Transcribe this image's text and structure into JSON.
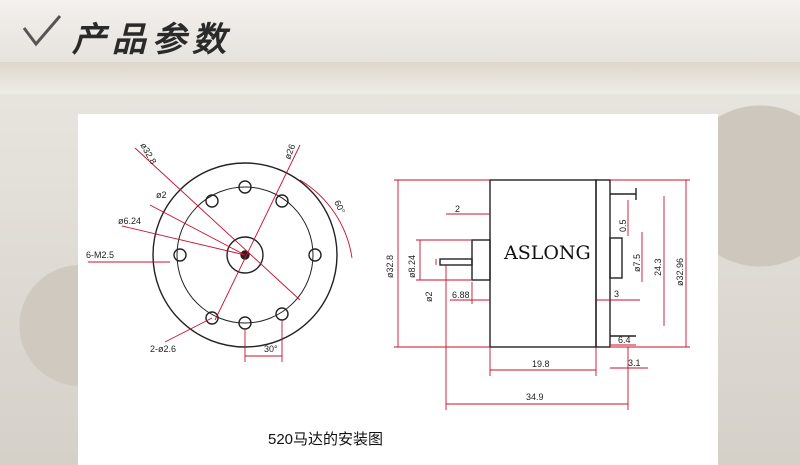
{
  "header": {
    "title": "产品参数"
  },
  "caption": "520马达的安装图",
  "front_view": {
    "labels": {
      "d328": "ø32.8",
      "d26": "ø26",
      "d2": "ø2",
      "d624": "ø6.24",
      "m25": "6-M2.5",
      "d26b": "2-ø2.6",
      "ang60": "60°",
      "ang30": "30°"
    }
  },
  "side_view": {
    "brand": "ASLONG",
    "labels": {
      "d328": "ø32.8",
      "d824": "ø8.24",
      "d2": "ø2",
      "l2": "2",
      "l688": "6.88",
      "l05": "0.5",
      "d75": "ø7.5",
      "l243": "24.3",
      "d3296": "ø32.96",
      "l3": "3",
      "l64": "6.4",
      "l31": "3.1",
      "l198": "19.8",
      "l349": "34.9"
    }
  },
  "colors": {
    "dim": "#c8102e",
    "line": "#222222"
  }
}
